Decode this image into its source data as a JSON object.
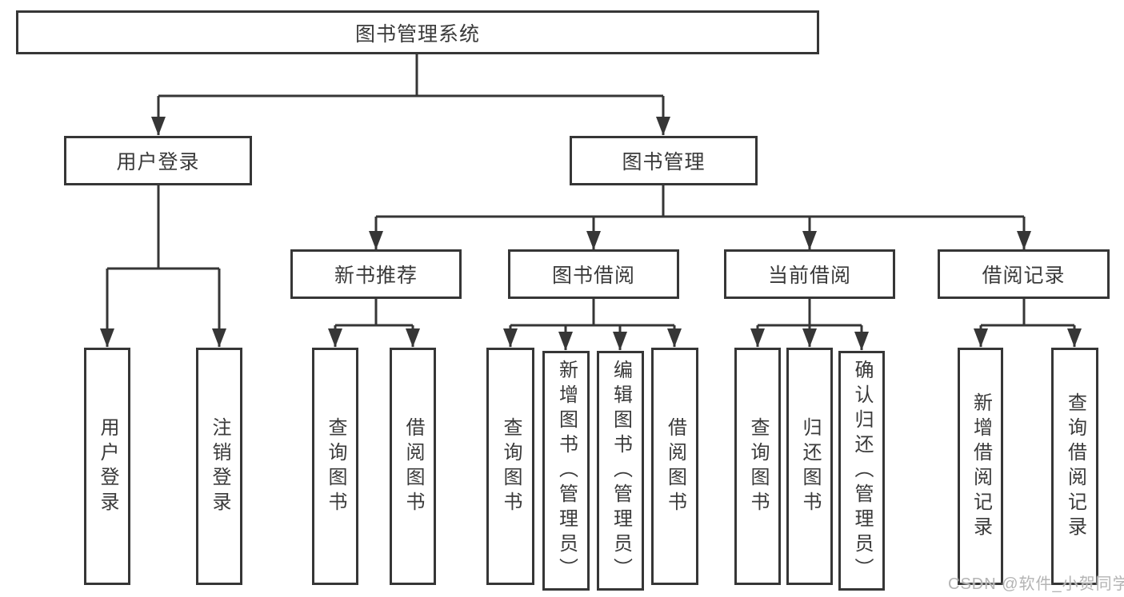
{
  "colors": {
    "line": "#363636",
    "text": "#3a3a3a",
    "watermark": "#b4b4b4",
    "background": "#ffffff"
  },
  "root": {
    "label": "图书管理系统"
  },
  "level2": {
    "user_login": {
      "label": "用户登录"
    },
    "book_management": {
      "label": "图书管理"
    }
  },
  "level3": {
    "new_book_recommend": {
      "label": "新书推荐"
    },
    "book_borrow": {
      "label": "图书借阅"
    },
    "current_borrow": {
      "label": "当前借阅"
    },
    "borrow_records": {
      "label": "借阅记录"
    }
  },
  "leaves": {
    "user_login": [
      "用户登录",
      "注销登录"
    ],
    "new_book_recommend": [
      "查询图书",
      "借阅图书"
    ],
    "book_borrow": [
      "查询图书",
      "新增图书（管理员）",
      "编辑图书（管理员）",
      "借阅图书"
    ],
    "current_borrow": [
      "查询图书",
      "归还图书",
      "确认归还（管理员）"
    ],
    "borrow_records": [
      "新增借阅记录",
      "查询借阅记录"
    ]
  },
  "watermark": {
    "text": "CSDN @软件_小贺同学"
  }
}
